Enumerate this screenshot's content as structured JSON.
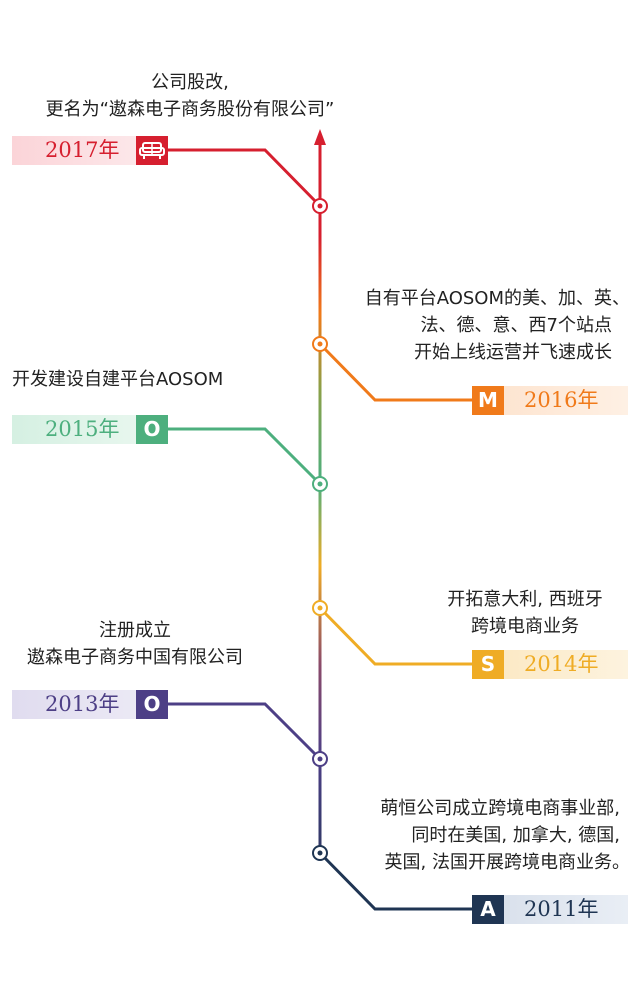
{
  "colors": {
    "red": "#d61f2f",
    "orange": "#f07a1a",
    "green": "#4daf7e",
    "yellow": "#efac25",
    "purple": "#4d3f86",
    "navy": "#1f3553"
  },
  "events": [
    {
      "year": "2017年",
      "badge_icon": "sofa-icon",
      "description": [
        "公司股改,",
        "更名为“遨森电子商务股份有限公司”"
      ]
    },
    {
      "year": "2016年",
      "badge": "M",
      "description": [
        "自有平台AOSOM的美、加、英、",
        "法、德、意、西7个站点",
        "开始上线运营并飞速成长"
      ]
    },
    {
      "year": "2015年",
      "badge": "O",
      "description": [
        "开发建设自建平台AOSOM"
      ]
    },
    {
      "year": "2014年",
      "badge": "S",
      "description": [
        "开拓意大利, 西班牙",
        "跨境电商业务"
      ]
    },
    {
      "year": "2013年",
      "badge": "O",
      "description": [
        "注册成立",
        "遨森电子商务中国有限公司"
      ]
    },
    {
      "year": "2011年",
      "badge": "A",
      "description": [
        "萌恒公司成立跨境电商事业部,",
        "同时在美国, 加拿大, 德国,",
        "英国, 法国开展跨境电商业务。"
      ]
    }
  ]
}
